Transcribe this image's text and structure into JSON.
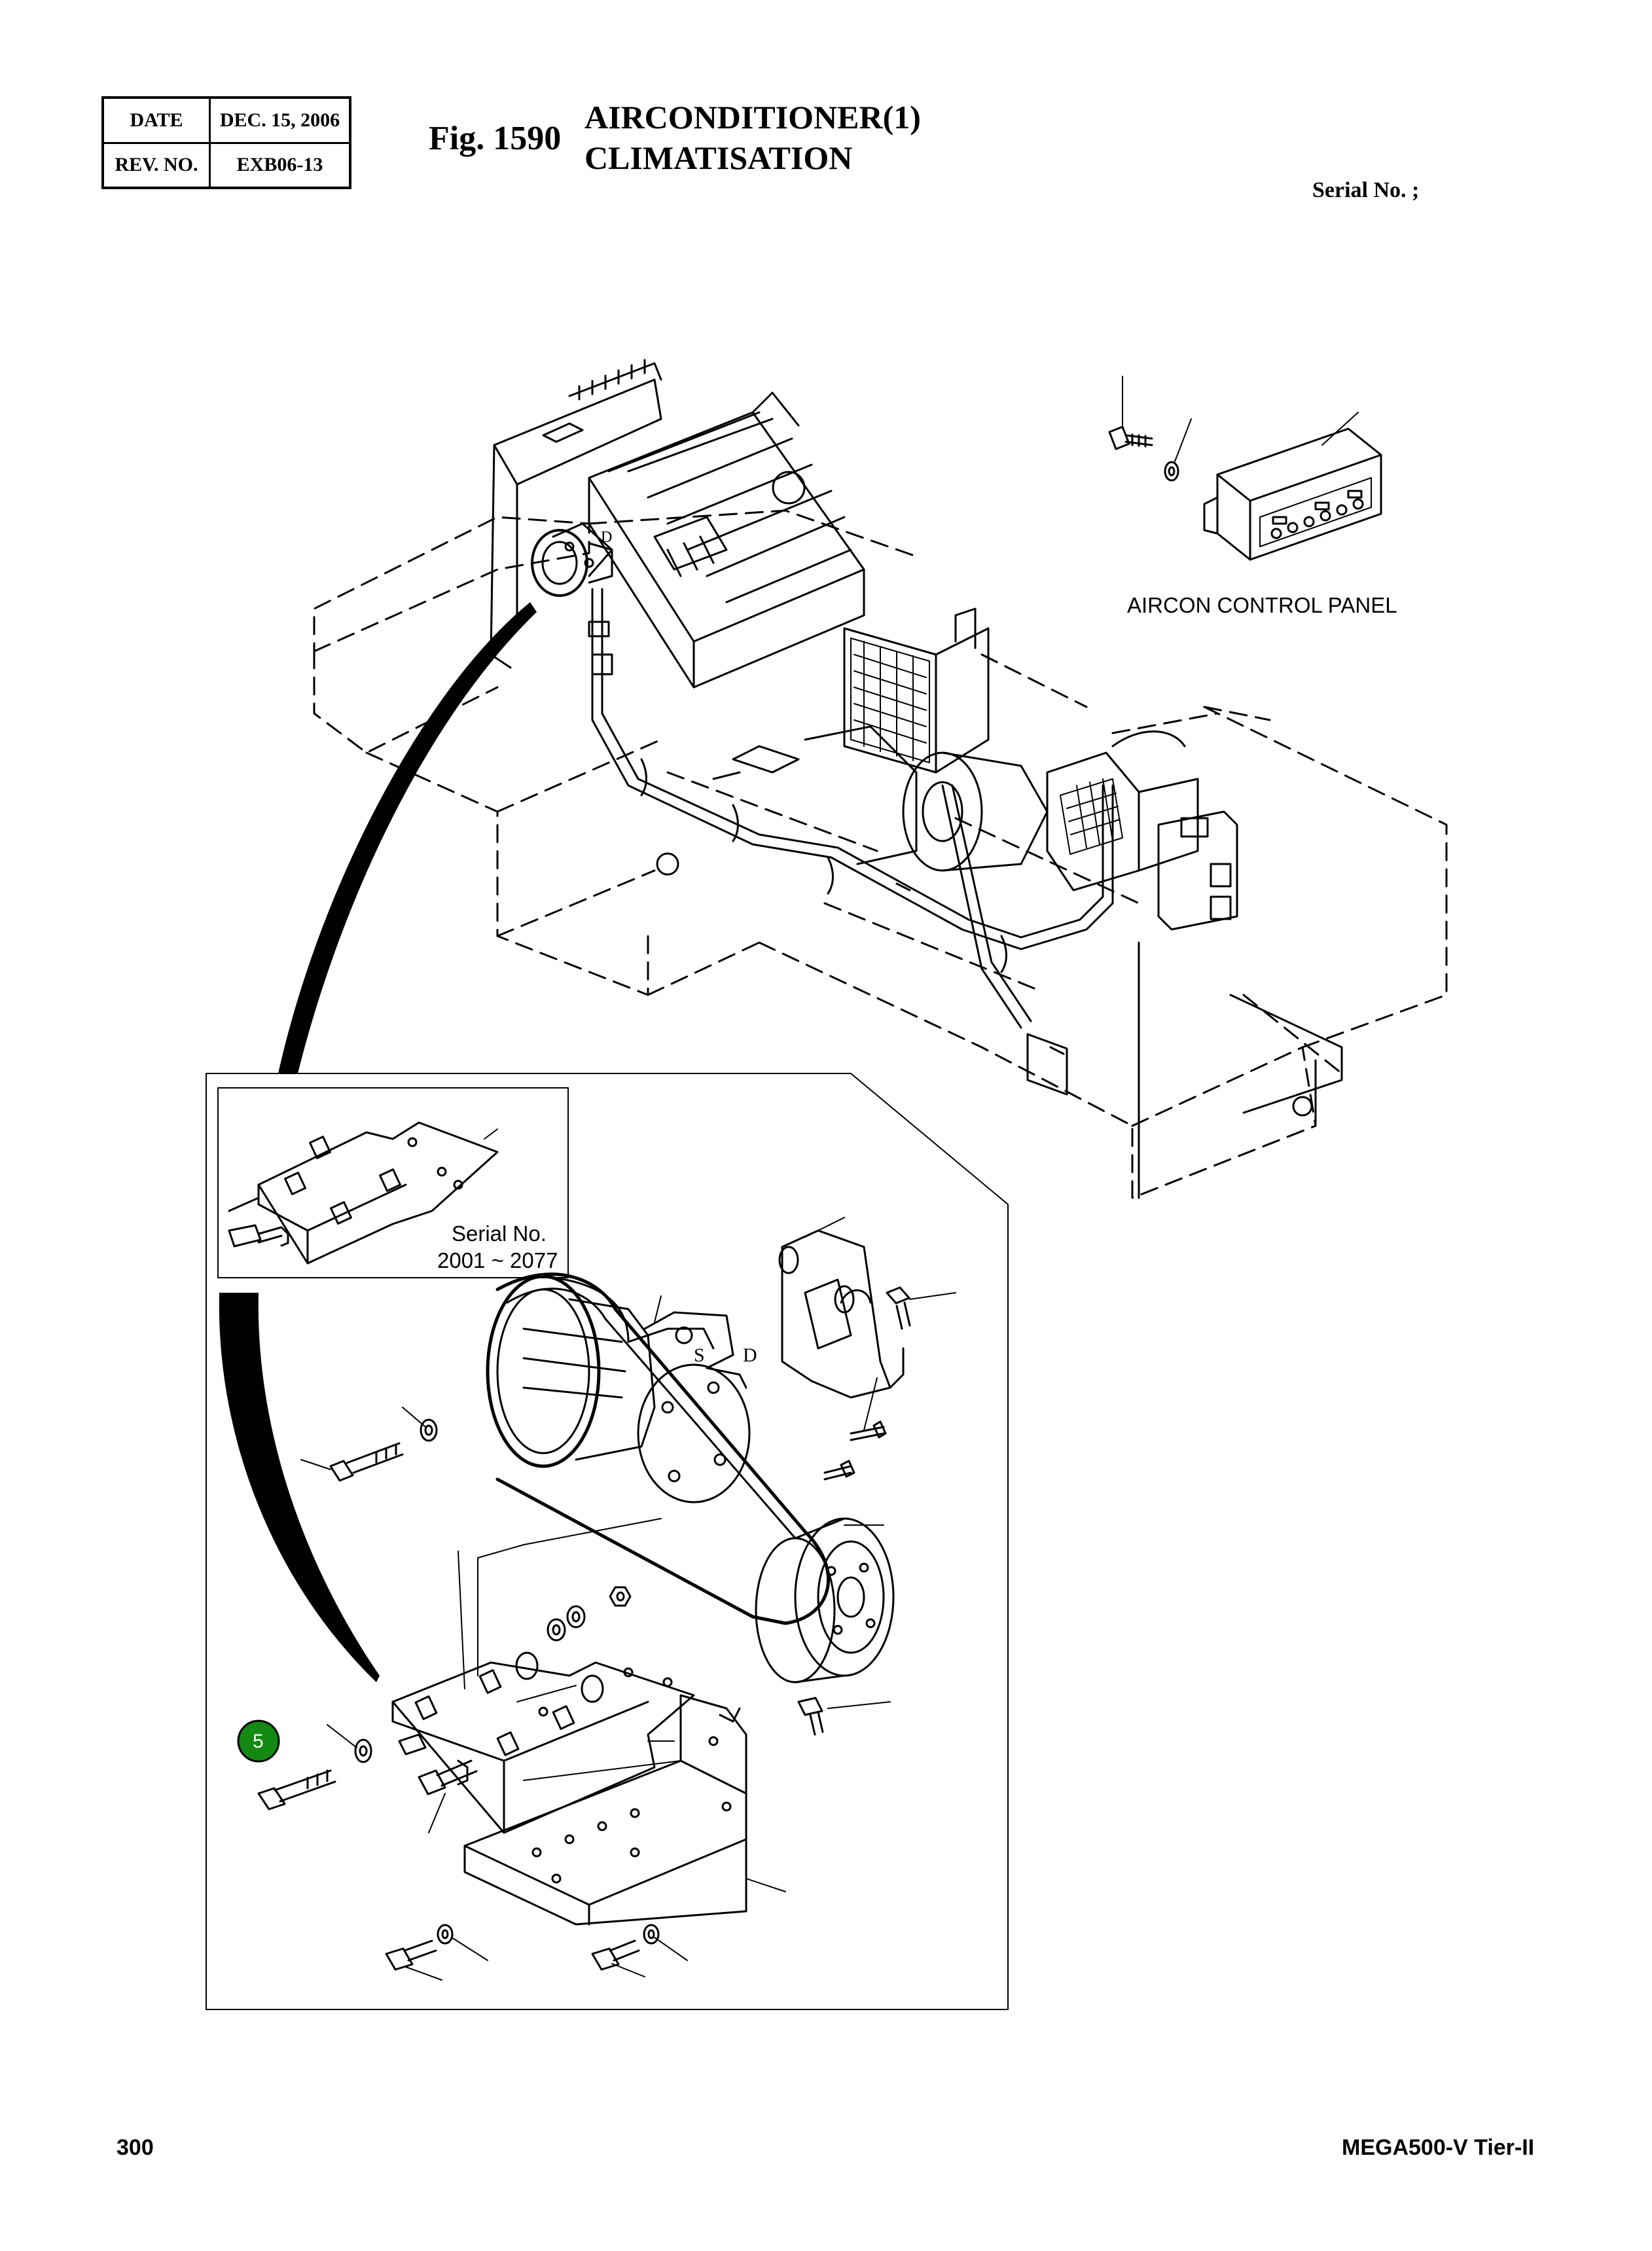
{
  "revision": {
    "date_label": "DATE",
    "date_value": "DEC. 15, 2006",
    "rev_label": "REV. NO.",
    "rev_value": "EXB06-13"
  },
  "figure": {
    "number": "Fig. 1590",
    "title_en": "AIRCONDITIONER(1)",
    "title_fr": "CLIMATISATION"
  },
  "serial": {
    "label": "Serial No. ;"
  },
  "drawing": {
    "aircon_panel_label": "AIRCON CONTROL PANEL",
    "inset_serial_line1": "Serial No.",
    "inset_serial_line2": "2001 ~ 2077",
    "detail_port_d": "D",
    "detail_port_s": "S",
    "engine_port_d": "D",
    "callout": {
      "number": "5",
      "color": "#148a14"
    }
  },
  "footer": {
    "page_number": "300",
    "model": "MEGA500-V Tier-II"
  }
}
